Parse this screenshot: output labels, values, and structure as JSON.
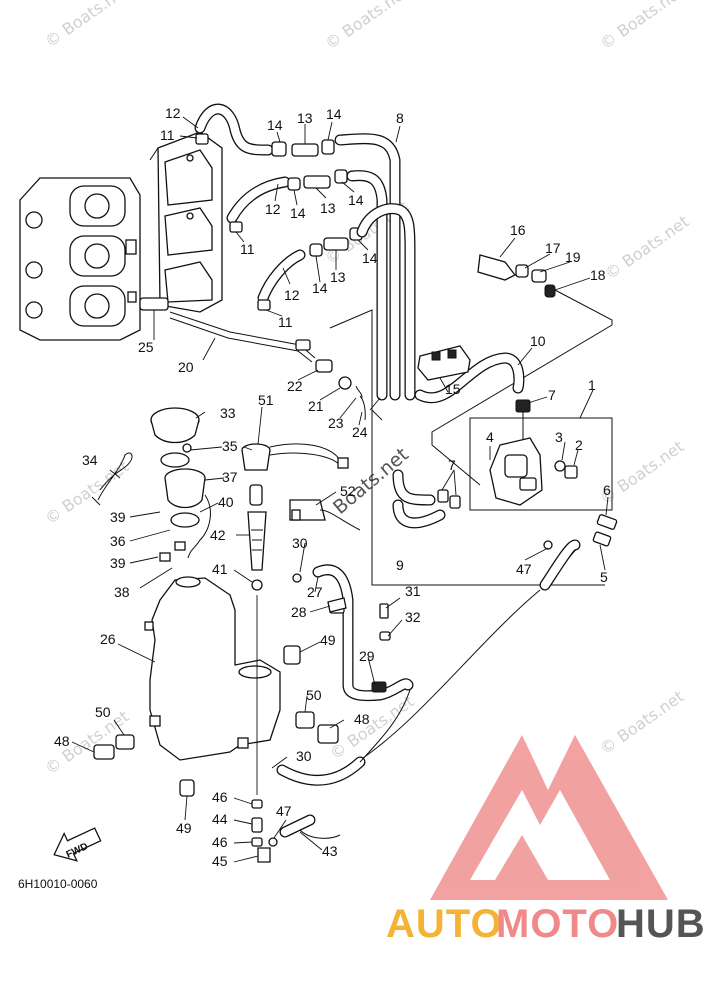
{
  "diagram": {
    "part_code": "6H10010-0060",
    "direction_label": "FWD",
    "watermarks": [
      "© Boats.net",
      "Boats.net"
    ],
    "callouts": [
      {
        "id": "c1",
        "text": "1"
      },
      {
        "id": "c2",
        "text": "2"
      },
      {
        "id": "c3",
        "text": "3"
      },
      {
        "id": "c4",
        "text": "4"
      },
      {
        "id": "c5",
        "text": "5"
      },
      {
        "id": "c6",
        "text": "6"
      },
      {
        "id": "c7a",
        "text": "7"
      },
      {
        "id": "c7b",
        "text": "7"
      },
      {
        "id": "c8",
        "text": "8"
      },
      {
        "id": "c9",
        "text": "9"
      },
      {
        "id": "c10",
        "text": "10"
      },
      {
        "id": "c11a",
        "text": "11"
      },
      {
        "id": "c11b",
        "text": "11"
      },
      {
        "id": "c11c",
        "text": "11"
      },
      {
        "id": "c12a",
        "text": "12"
      },
      {
        "id": "c12b",
        "text": "12"
      },
      {
        "id": "c12c",
        "text": "12"
      },
      {
        "id": "c13a",
        "text": "13"
      },
      {
        "id": "c13b",
        "text": "13"
      },
      {
        "id": "c13c",
        "text": "13"
      },
      {
        "id": "c14a",
        "text": "14"
      },
      {
        "id": "c14b",
        "text": "14"
      },
      {
        "id": "c14c",
        "text": "14"
      },
      {
        "id": "c14d",
        "text": "14"
      },
      {
        "id": "c14e",
        "text": "14"
      },
      {
        "id": "c14f",
        "text": "14"
      },
      {
        "id": "c15",
        "text": "15"
      },
      {
        "id": "c16",
        "text": "16"
      },
      {
        "id": "c17",
        "text": "17"
      },
      {
        "id": "c18",
        "text": "18"
      },
      {
        "id": "c19",
        "text": "19"
      },
      {
        "id": "c20",
        "text": "20"
      },
      {
        "id": "c21",
        "text": "21"
      },
      {
        "id": "c22",
        "text": "22"
      },
      {
        "id": "c23",
        "text": "23"
      },
      {
        "id": "c24",
        "text": "24"
      },
      {
        "id": "c25",
        "text": "25"
      },
      {
        "id": "c26",
        "text": "26"
      },
      {
        "id": "c27",
        "text": "27"
      },
      {
        "id": "c28",
        "text": "28"
      },
      {
        "id": "c29",
        "text": "29"
      },
      {
        "id": "c30a",
        "text": "30"
      },
      {
        "id": "c30b",
        "text": "30"
      },
      {
        "id": "c31",
        "text": "31"
      },
      {
        "id": "c32",
        "text": "32"
      },
      {
        "id": "c33",
        "text": "33"
      },
      {
        "id": "c34",
        "text": "34"
      },
      {
        "id": "c35",
        "text": "35"
      },
      {
        "id": "c36",
        "text": "36"
      },
      {
        "id": "c37",
        "text": "37"
      },
      {
        "id": "c38",
        "text": "38"
      },
      {
        "id": "c39a",
        "text": "39"
      },
      {
        "id": "c39b",
        "text": "39"
      },
      {
        "id": "c40",
        "text": "40"
      },
      {
        "id": "c41",
        "text": "41"
      },
      {
        "id": "c42",
        "text": "42"
      },
      {
        "id": "c43",
        "text": "43"
      },
      {
        "id": "c44",
        "text": "44"
      },
      {
        "id": "c45",
        "text": "45"
      },
      {
        "id": "c46a",
        "text": "46"
      },
      {
        "id": "c46b",
        "text": "46"
      },
      {
        "id": "c47a",
        "text": "47"
      },
      {
        "id": "c47b",
        "text": "47"
      },
      {
        "id": "c48a",
        "text": "48"
      },
      {
        "id": "c48b",
        "text": "48"
      },
      {
        "id": "c49a",
        "text": "49"
      },
      {
        "id": "c49b",
        "text": "49"
      },
      {
        "id": "c50a",
        "text": "50"
      },
      {
        "id": "c50b",
        "text": "50"
      },
      {
        "id": "c51",
        "text": "51"
      },
      {
        "id": "c52",
        "text": "52"
      }
    ]
  },
  "brand": {
    "word_auto": "AUTO",
    "word_moto": "MOTO",
    "word_hub": "HUB",
    "colors": {
      "triangle": "#f08a8a",
      "auto": "#f5b335",
      "moto": "#f08a8a",
      "hub": "#555555"
    }
  }
}
